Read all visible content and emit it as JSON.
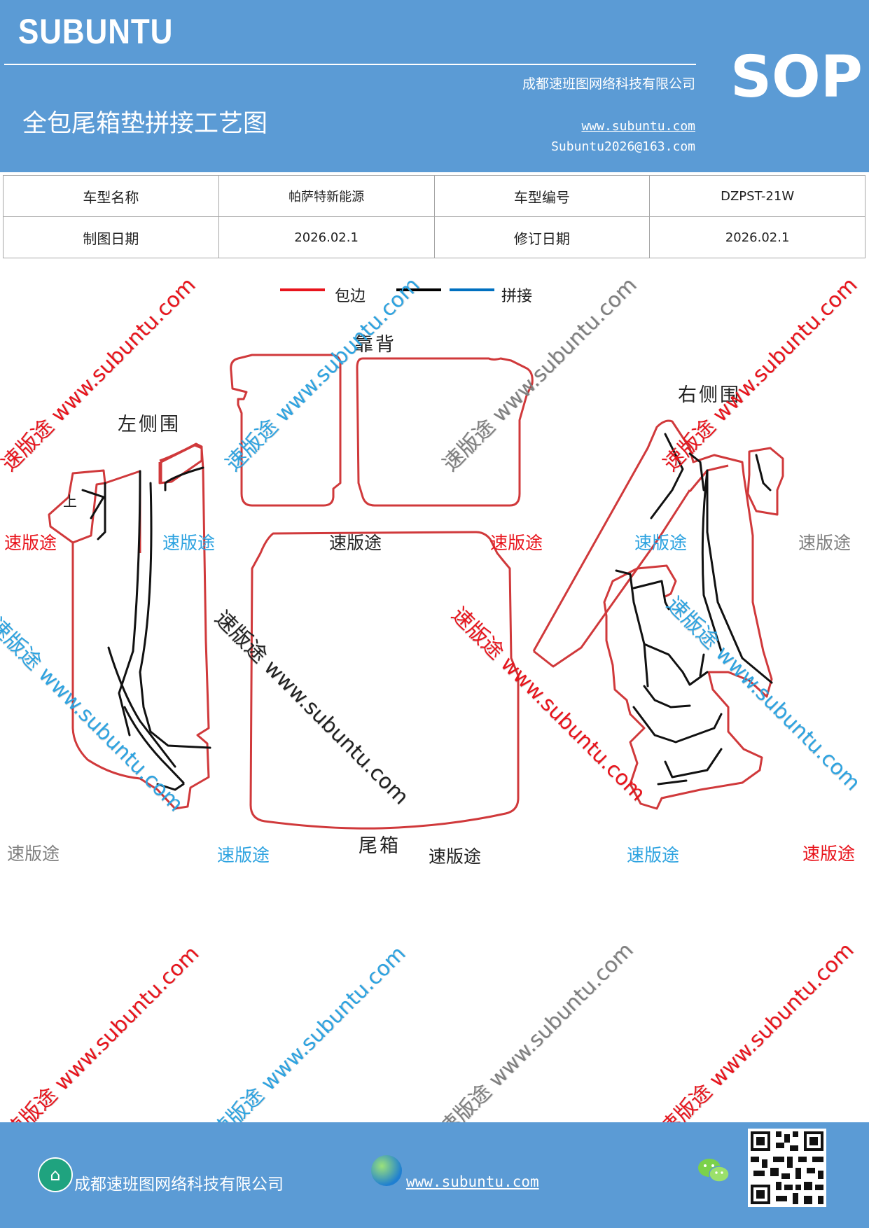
{
  "header": {
    "brand": "SUBUNTU",
    "badge": "SOP",
    "company": "成都速班图网络科技有限公司",
    "title": "全包尾箱垫拼接工艺图",
    "website": "www.subuntu.com",
    "email": "Subuntu2026@163.com"
  },
  "info_table": {
    "rows": [
      [
        "车型名称",
        "帕萨特新能源",
        "车型编号",
        "DZPST-21W"
      ],
      [
        "制图日期",
        "2026.02.1",
        "修订日期",
        "2026.02.1"
      ]
    ]
  },
  "legend": {
    "items": [
      {
        "label": "包边",
        "color": "#e8141c"
      },
      {
        "label": "",
        "color": "#000000"
      },
      {
        "label": "拼接",
        "color": "#0070c0"
      }
    ]
  },
  "parts": {
    "backrest": "靠背",
    "left_side": "左侧围",
    "right_side": "右侧围",
    "trunk": "尾箱",
    "left_tag": "上"
  },
  "watermarks": {
    "brand_cn": "速版途",
    "diag_text": "速版途 www.subuntu.com",
    "colors": {
      "red": "#e8141c",
      "blue": "#2ea3e0",
      "gray": "#7f7f7f",
      "black": "#222222"
    }
  },
  "footer": {
    "company": "成都速班图网络科技有限公司",
    "website": "www.subuntu.com"
  },
  "colors": {
    "header_bg": "#5b9bd5",
    "outline": "#d0393b"
  }
}
